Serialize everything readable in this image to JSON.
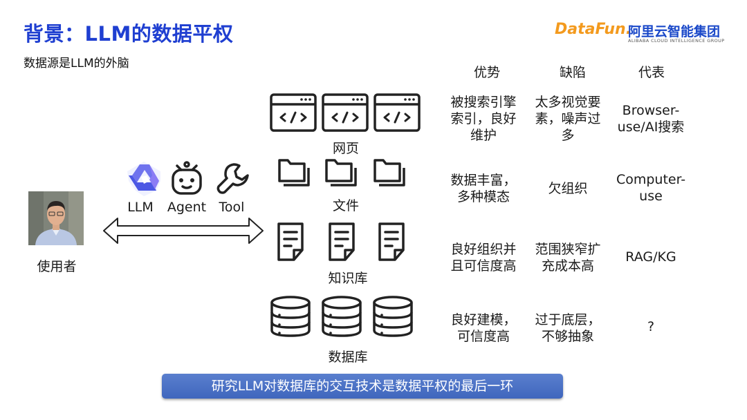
{
  "title": "背景：LLM的数据平权",
  "subtitle": "数据源是LLM的外脑",
  "logo": {
    "datafun": "DataFun.",
    "alibaba_cn": "阿里云智能集团",
    "alibaba_en": "ALIBABA CLOUD INTELLIGENCE GROUP"
  },
  "user": {
    "label": "使用者"
  },
  "tools": {
    "llm": "LLM",
    "agent": "Agent",
    "tool": "Tool"
  },
  "columns": {
    "advantage": "优势",
    "disadvantage": "缺陷",
    "representative": "代表"
  },
  "categories": [
    {
      "label": "网页",
      "advantage": "被搜索引擎\n索引，良好\n维护",
      "disadvantage": "太多视觉要\n素，噪声过\n多",
      "representative": "Browser-\nuse/AI搜索"
    },
    {
      "label": "文件",
      "advantage": "数据丰富，\n多种模态",
      "disadvantage": "欠组织",
      "representative": "Computer-\nuse"
    },
    {
      "label": "知识库",
      "advantage": "良好组织并\n且可信度高",
      "disadvantage": "范围狭窄扩\n充成本高",
      "representative": "RAG/KG"
    },
    {
      "label": "数据库",
      "advantage": "良好建模，\n可信度高",
      "disadvantage": "过于底层，\n不够抽象",
      "representative": "?"
    }
  ],
  "banner": "研究LLM对数据库的交互技术是数据平权的最后一环"
}
